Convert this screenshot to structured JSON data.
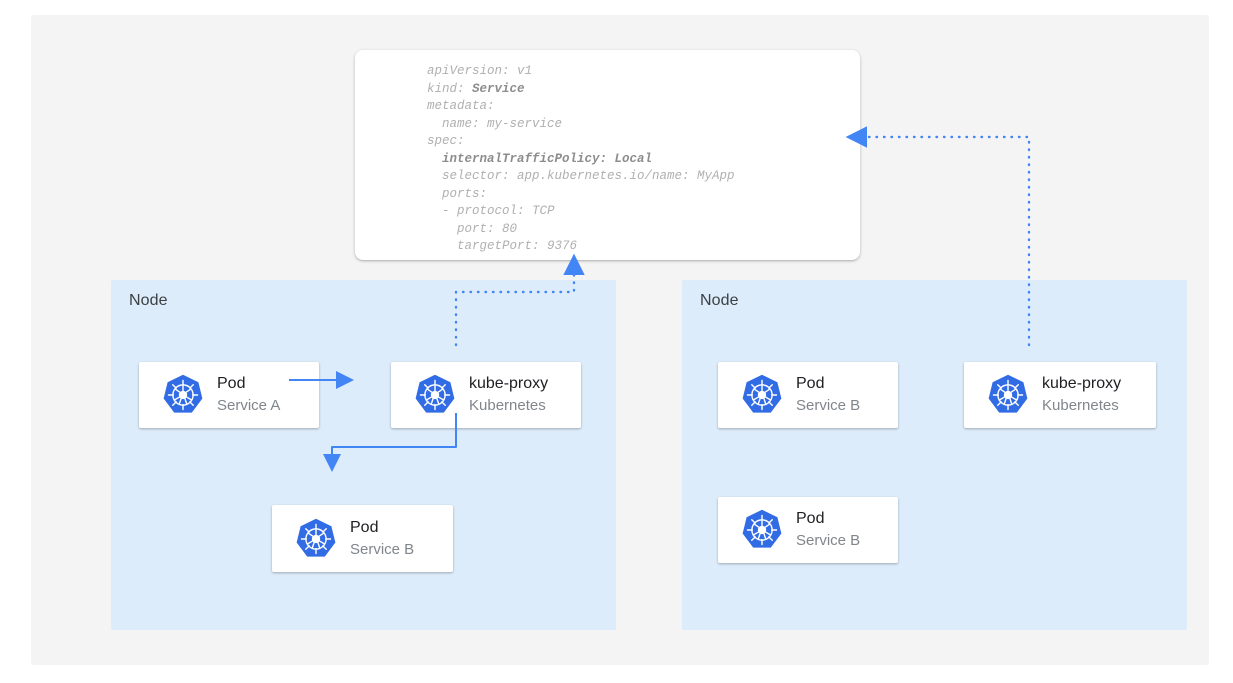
{
  "diagram": {
    "title_alt": "Kubernetes Service internalTrafficPolicy Local traffic flow",
    "colors": {
      "page_background": "#ffffff",
      "canvas_background": "#f4f4f4",
      "node_panel": "#ddecfb",
      "card_background": "#ffffff",
      "arrow_blue": "#4285f4",
      "k8s_logo_blue": "#326ce5",
      "title_text": "#202124",
      "subtitle_text": "#80868b",
      "code_text": "#b0b0b0",
      "code_bold_text": "#8d8d8d"
    }
  },
  "yaml_card": {
    "name": "service-manifest",
    "lines": [
      {
        "text": "apiVersion: v1",
        "bold": false
      },
      {
        "text": "kind: ",
        "bold_part": "Service"
      },
      {
        "text": "metadata:",
        "bold": false
      },
      {
        "text": "  name: my-service",
        "bold": false
      },
      {
        "text": "spec:",
        "bold": false
      },
      {
        "text": "  internalTrafficPolicy: Local",
        "bold": true
      },
      {
        "text": "  selector: app.kubernetes.io/name: MyApp",
        "bold": false
      },
      {
        "text": "  ports:",
        "bold": false
      },
      {
        "text": "  - protocol: TCP",
        "bold": false
      },
      {
        "text": "    port: 80",
        "bold": false
      },
      {
        "text": "    targetPort: 9376",
        "bold": false
      }
    ],
    "raw": "apiVersion: v1\nkind: Service\nmetadata:\n  name: my-service\nspec:\n  internalTrafficPolicy: Local\n  selector: app.kubernetes.io/name: MyApp\n  ports:\n  - protocol: TCP\n    port: 80\n    targetPort: 9376"
  },
  "nodes": [
    {
      "id": "node-left",
      "label": "Node",
      "cards": [
        {
          "id": "pod-a",
          "title": "Pod",
          "subtitle": "Service A",
          "icon": "kubernetes-icon"
        },
        {
          "id": "kube-left",
          "title": "kube-proxy",
          "subtitle": "Kubernetes",
          "icon": "kubernetes-icon"
        },
        {
          "id": "pod-b-left",
          "title": "Pod",
          "subtitle": "Service B",
          "icon": "kubernetes-icon"
        }
      ]
    },
    {
      "id": "node-right",
      "label": "Node",
      "cards": [
        {
          "id": "pod-b1-right",
          "title": "Pod",
          "subtitle": "Service B",
          "icon": "kubernetes-icon"
        },
        {
          "id": "kube-right",
          "title": "kube-proxy",
          "subtitle": "Kubernetes",
          "icon": "kubernetes-icon"
        },
        {
          "id": "pod-b2-right",
          "title": "Pod",
          "subtitle": "Service B",
          "icon": "kubernetes-icon"
        }
      ]
    }
  ],
  "connectors": [
    {
      "id": "pod-a-to-kube-proxy",
      "style": "solid",
      "from": "pod-a",
      "to": "kube-left",
      "arrowhead": "right"
    },
    {
      "id": "kube-proxy-to-pod-b",
      "style": "solid",
      "from": "kube-left",
      "to": "pod-b-left",
      "arrowhead": "down"
    },
    {
      "id": "kube-proxy-left-to-config",
      "style": "dotted",
      "from": "kube-left",
      "to": "service-manifest",
      "arrowhead": "up"
    },
    {
      "id": "kube-proxy-right-to-config",
      "style": "dotted",
      "from": "kube-right",
      "to": "service-manifest",
      "arrowhead": "left"
    }
  ]
}
